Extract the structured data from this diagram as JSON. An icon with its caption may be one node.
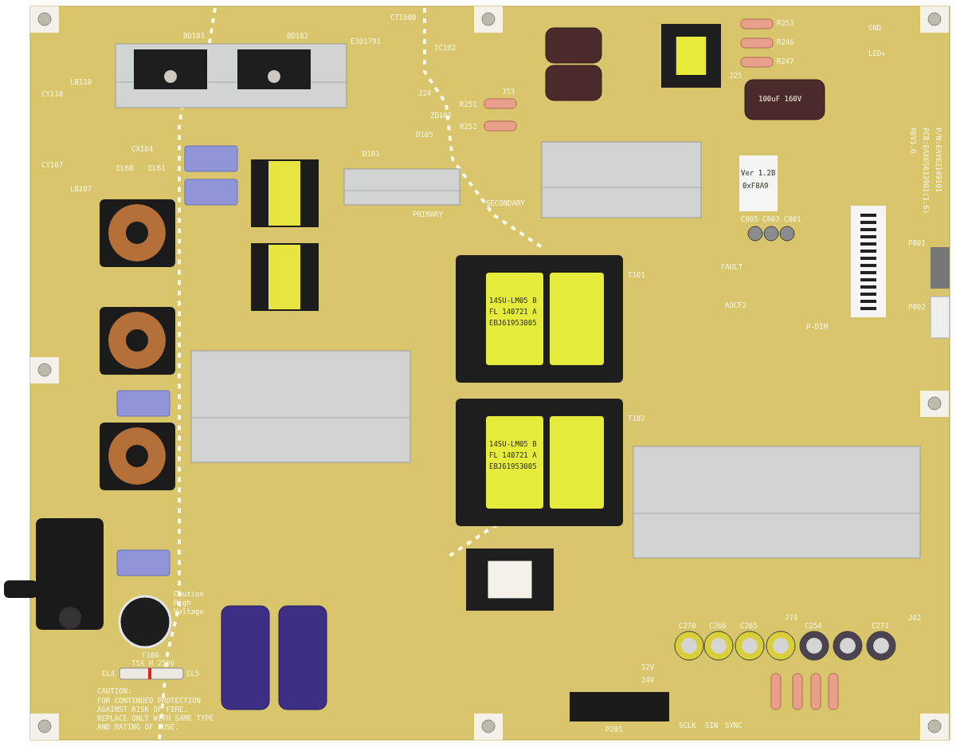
{
  "diagram": {
    "labels": [
      "E301791",
      "CTI600",
      "BD101",
      "BD102",
      "LB110",
      "CY110",
      "CX104",
      "EL60",
      "EL61",
      "CY107",
      "LB107",
      "IC102",
      "J24",
      "ZD102",
      "D105",
      "D101",
      "R251",
      "R252",
      "J53",
      "R253",
      "R246",
      "R247",
      "J25",
      "100uF 160V",
      "REV1.0",
      "PCB:EAX65613901(1.6)",
      "P/N:EAY63149101",
      "Ver 1.2B",
      "0xF8A9",
      "C805",
      "C803",
      "C801",
      "FAULT",
      "ADCF2",
      "P-DIM",
      "GND",
      "LED+",
      "P801",
      "P802",
      "PRIMARY",
      "SECONDARY",
      "14SU-LM05 B",
      "FL 140721 A",
      "EBJ61953005",
      "14SU-LM05 B",
      "FL 140721 A",
      "EBJ61953005",
      "T101",
      "T102",
      "C270",
      "C266",
      "C265",
      "J74",
      "C254",
      "C271",
      "J82",
      "12V",
      "24V",
      "P201",
      "SCLK",
      "SIN",
      "SYNC",
      "Caution High Voltage",
      "F100",
      "T5A H 250V",
      "EL4",
      "EL5",
      "CAUTION:",
      "FOR CONTINUED PROTECTION AGAINST RISK OF FIRE, REPLACE ONLY WITH SAME TYPE AND RATING OF FUSE."
    ]
  }
}
